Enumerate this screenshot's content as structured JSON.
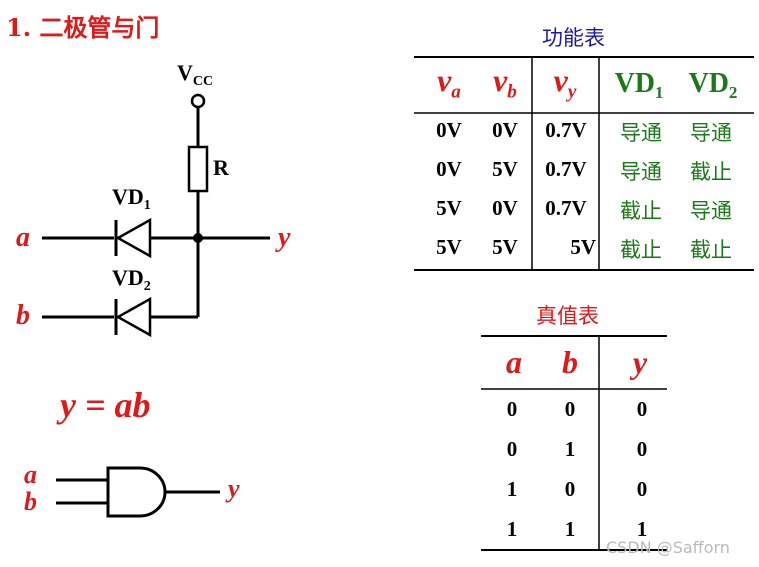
{
  "title": "1. 二极管与门",
  "circuit": {
    "vcc_label": "V",
    "vcc_sub": "CC",
    "resistor_label": "R",
    "vd1_label": "VD",
    "vd1_sub": "1",
    "vd2_label": "VD",
    "vd2_sub": "2",
    "input_a": "a",
    "input_b": "b",
    "output_y": "y"
  },
  "equation": "y = ab",
  "gate": {
    "input_a": "a",
    "input_b": "b",
    "output_y": "y"
  },
  "function_table": {
    "title": "功能表",
    "headers": [
      {
        "main": "v",
        "sub": "a"
      },
      {
        "main": "v",
        "sub": "b"
      },
      {
        "main": "v",
        "sub": "y"
      },
      {
        "main": "VD",
        "sub": "1"
      },
      {
        "main": "VD",
        "sub": "2"
      }
    ],
    "rows": [
      [
        "0V",
        "0V",
        "0.7V",
        "导通",
        "导通"
      ],
      [
        "0V",
        "5V",
        "0.7V",
        "导通",
        "截止"
      ],
      [
        "5V",
        "0V",
        "0.7V",
        "截止",
        "导通"
      ],
      [
        "5V",
        "5V",
        "5V",
        "截止",
        "截止"
      ]
    ]
  },
  "truth_table": {
    "title": "真值表",
    "headers": [
      "a",
      "b",
      "y"
    ],
    "rows": [
      [
        "0",
        "0",
        "0"
      ],
      [
        "0",
        "1",
        "0"
      ],
      [
        "1",
        "0",
        "0"
      ],
      [
        "1",
        "1",
        "1"
      ]
    ]
  },
  "watermark": "CSDN @Safforn",
  "colors": {
    "red": "#e01818",
    "green": "#1a7a1a",
    "blue": "#1a1aa8",
    "black": "#000000"
  }
}
